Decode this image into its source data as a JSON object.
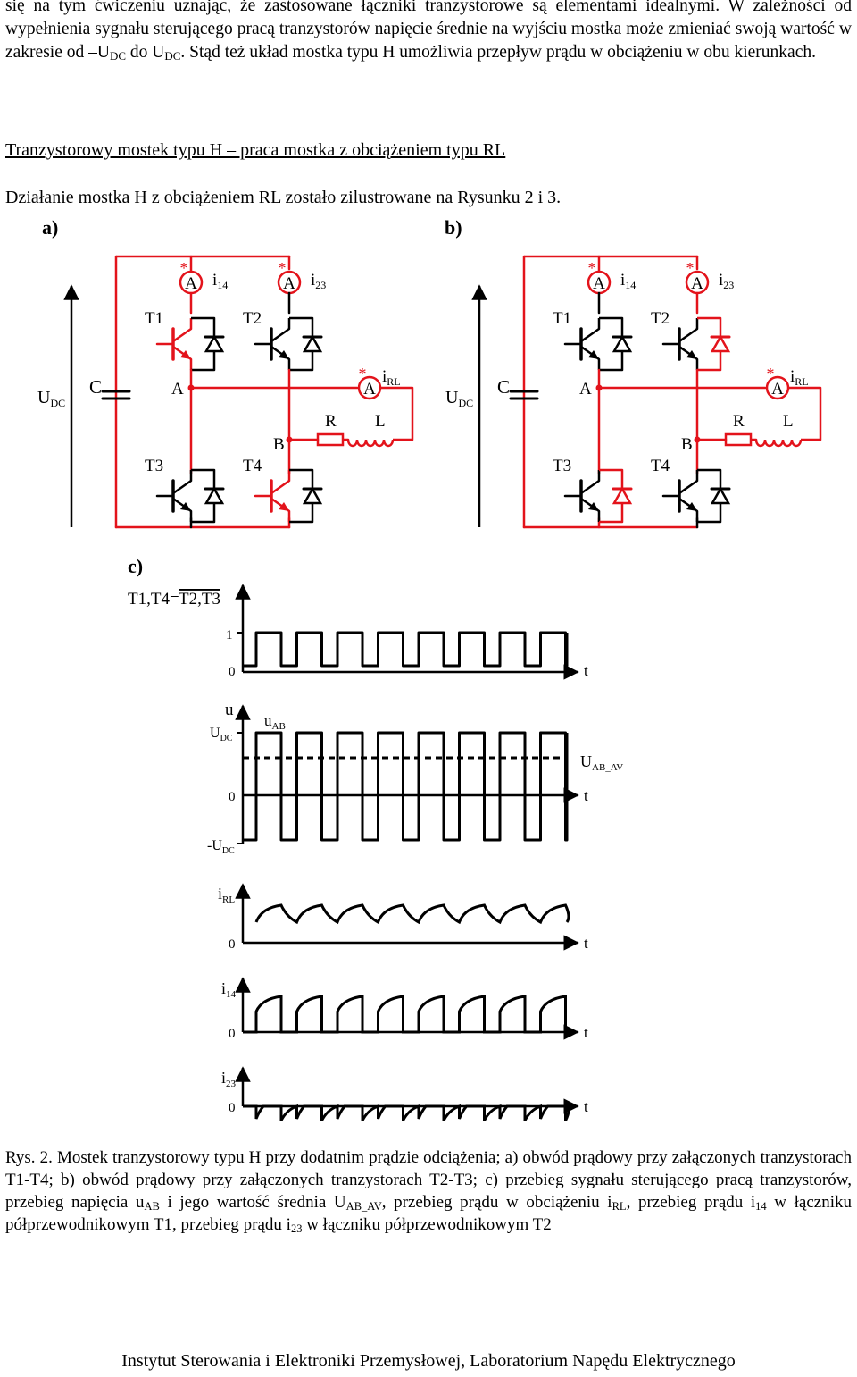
{
  "text": {
    "p1_a": "się na tym ćwiczeniu uznając, że zastosowane łączniki tranzystorowe są elementami idealnymi. W zależności od wypełnienia sygnału sterującego pracą tranzystorów napięcie średnie na wyjściu mostka może zmieniać swoją wartość w zakresie od –U",
    "p1_sub1": "DC",
    "p1_b": " do U",
    "p1_sub2": "DC",
    "p1_c": ". Stąd też układ mostka typu H umożliwia przepływ prądu w obciążeniu w obu kierunkach.",
    "heading": "Tranzystorowy mostek typu H – praca mostka z obciążeniem typu RL",
    "intro": "Działanie mostka H z obciążeniem RL zostało zilustrowane na Rysunku 2 i 3.",
    "caption": {
      "c1": "Rys. 2. Mostek tranzystorowy typu H przy dodatnim prądzie odciążenia; a) obwód prądowy przy załączonych tranzystorach T1-T4; b) obwód prądowy przy załączonych tranzystorach T2-T3; c) przebieg sygnału sterującego pracą tranzystorów, przebieg napięcia u",
      "s1": "AB",
      "c2": " i jego wartość średnia U",
      "s2": "AB_AV",
      "c3": ", przebieg prądu w obciążeniu i",
      "s3": "RL",
      "c4": ", przebieg prądu i",
      "s4": "14",
      "c5": " w łączniku półprzewodnikowym T1, przebieg prądu i",
      "s5": "23",
      "c6": " w łączniku półprzewodnikowym T2"
    },
    "footer": "Instytut Sterowania i Elektroniki Przemysłowej, Laboratorium Napędu Elektrycznego"
  },
  "figure": {
    "panel_a": "a)",
    "panel_b": "b)",
    "panel_c": "c)",
    "ammeter": "A",
    "star": "*",
    "i": "i",
    "sub_14": "14",
    "sub_23": "23",
    "sub_RL": "RL",
    "U": "U",
    "sub_DC": "DC",
    "C": "C",
    "node_A": "A",
    "node_B": "B",
    "R": "R",
    "L": "L",
    "T1": "T1",
    "T2": "T2",
    "T3": "T3",
    "T4": "T4",
    "ctrl_label_left": "T1,T4= ",
    "ctrl_label_bar": "T2,T3",
    "one": "1",
    "zero": "0",
    "t": "t",
    "u": "u",
    "u_AB_main": "u",
    "sub_AB": "AB",
    "U_AV_main": "U",
    "sub_AB_AV": "AB_AV",
    "minus_U": "-U",
    "colors": {
      "active": "#e3131b",
      "inactive": "#000000"
    }
  }
}
